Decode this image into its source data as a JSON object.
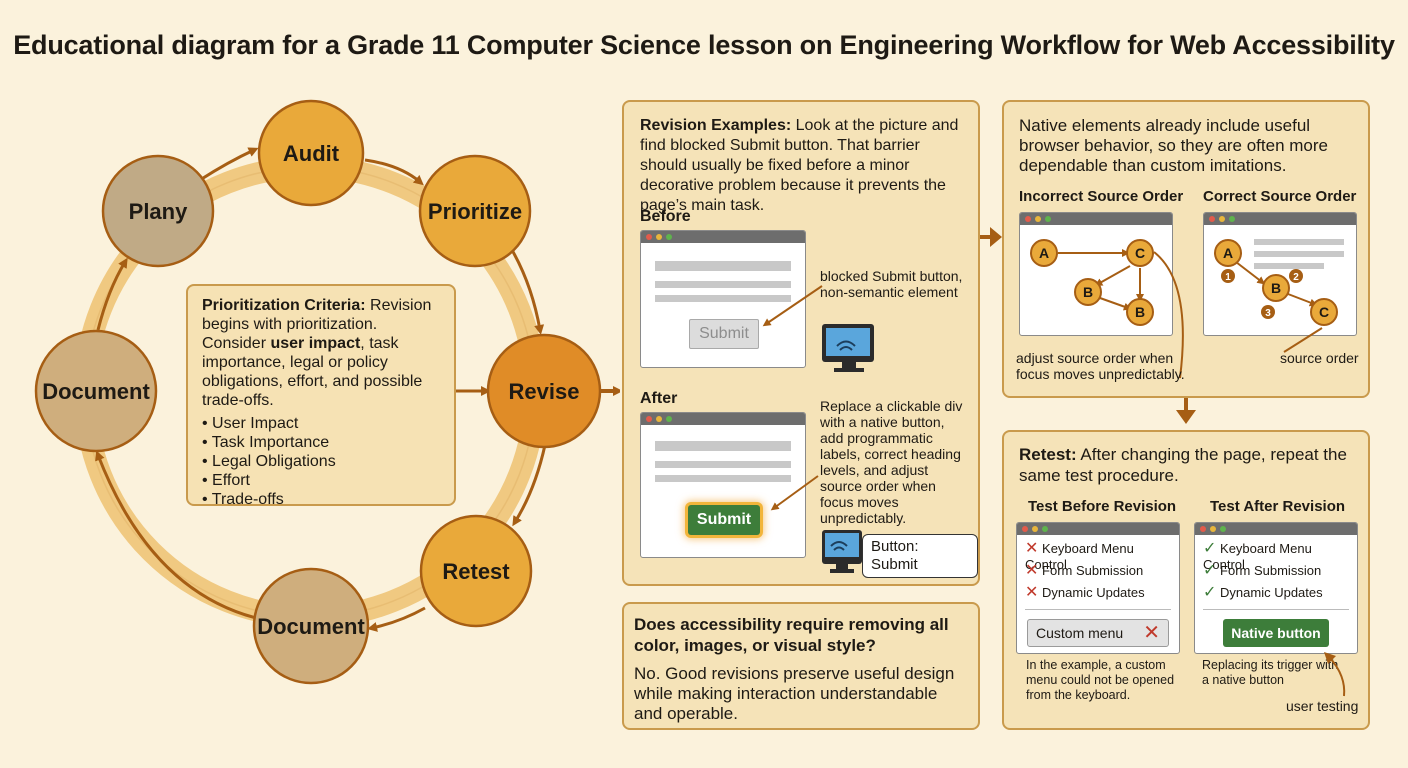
{
  "title": "Educational diagram for a Grade 11 Computer Science lesson on Engineering Workflow for Web Accessibility",
  "cycle": {
    "nodes": [
      {
        "label": "Audit",
        "color": "#e9a93a"
      },
      {
        "label": "Prioritize",
        "color": "#e9a93a"
      },
      {
        "label": "Revise",
        "color": "#e08c27"
      },
      {
        "label": "Retest",
        "color": "#e9a93a"
      },
      {
        "label": "Document",
        "color": "#cfae7d"
      },
      {
        "label": "Document",
        "color": "#cfae7d"
      },
      {
        "label": "Plany",
        "color": "#c0aa86"
      }
    ]
  },
  "criteria": {
    "heading": "Prioritization Criteria:",
    "intro_1": " Revision begins with prioritization. Consider ",
    "bold_term": "user impact",
    "intro_2": ", task importance, legal or policy obligations, effort, and possible trade-offs.",
    "items": [
      "User Impact",
      "Task Importance",
      "Legal Obligations",
      "Effort",
      "Trade-offs"
    ]
  },
  "revision": {
    "heading": "Revision Examples:",
    "text": " Look at the picture and find blocked Submit button. That barrier should usually be fixed before a minor decorative problem because it prevents the page’s main task.",
    "before_label": "Before",
    "before_button": "Submit",
    "before_note": "blocked Submit button, non-semantic element",
    "after_label": "After",
    "after_button": "Submit",
    "after_note": "Replace a clickable div with a native button, add programmatic labels, correct heading levels, and adjust source order when focus moves unpredictably.",
    "screen_reader": "Button: Submit"
  },
  "faq": {
    "question": "Does accessibility require removing all color, images, or visual style?",
    "answer": "No. Good revisions preserve useful design while making interaction understandable and operable."
  },
  "native": {
    "text": "Native elements already include useful browser behavior, so they are often more dependable than custom imitations.",
    "incorrect_heading": "Incorrect Source Order",
    "correct_heading": "Correct Source Order",
    "node_a": "A",
    "node_b": "B",
    "node_c": "C",
    "steps": [
      "1",
      "2",
      "3"
    ],
    "incorrect_note": "adjust source order when focus moves unpredictably.",
    "correct_note": "source order"
  },
  "retest": {
    "heading": "Retest:",
    "text": " After changing the page, repeat the same test procedure.",
    "before_heading": "Test Before Revision",
    "after_heading": "Test After Revision",
    "checks": [
      "Keyboard Menu Control",
      "Form Submission",
      "Dynamic Updates"
    ],
    "custom_menu": "Custom menu",
    "native_button": "Native button",
    "before_note": "In the example, a custom menu could not be opened from the keyboard.",
    "after_note": "Replacing its trigger with a native button",
    "user_testing": "user testing"
  },
  "colors": {
    "panel_bg": "#f5e3b8",
    "panel_border": "#c99a4c",
    "ring": "#f0c981",
    "arrow": "#a65e14",
    "accent_green": "#3d7d3a",
    "error_red": "#c0392b"
  }
}
